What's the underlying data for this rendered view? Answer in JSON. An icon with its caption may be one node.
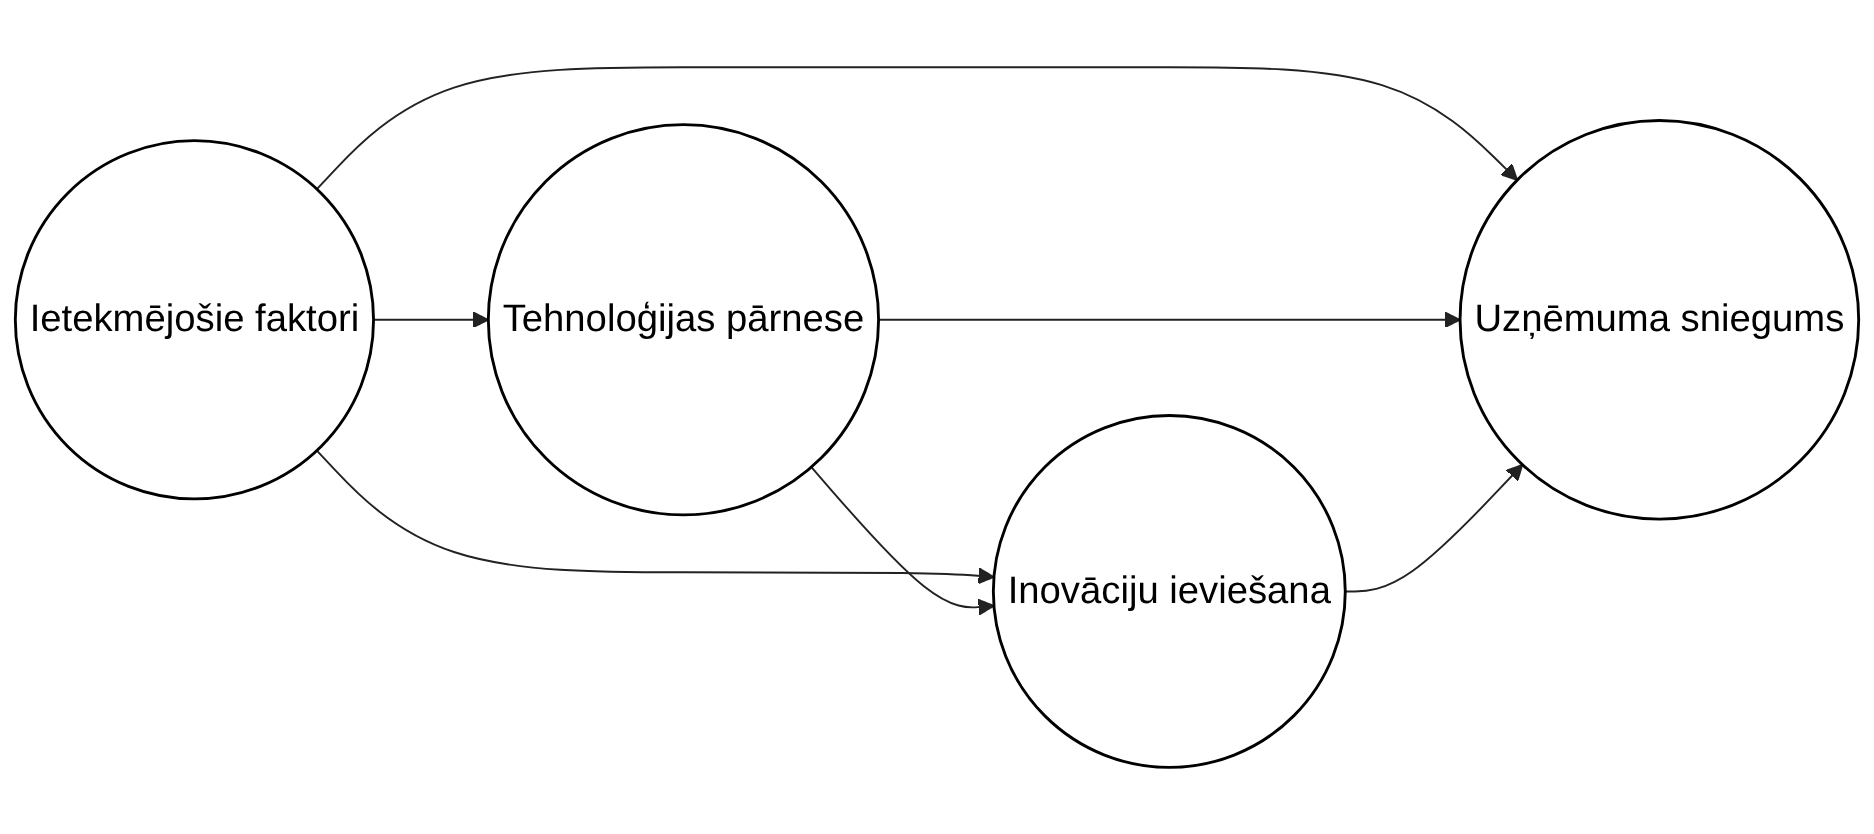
{
  "diagram": {
    "nodes": [
      {
        "text": [
          "Ietekmējošie faktori"
        ]
      },
      {
        "text": [
          "Tehnoloģijas pārnese"
        ]
      },
      {
        "text": [
          "Uzņēmuma sniegums"
        ]
      },
      {
        "text": [
          "Inovāciju ieviešana"
        ]
      }
    ],
    "edges": [
      {
        "from": 0,
        "to": 1,
        "arrow": "to"
      },
      {
        "from": 0,
        "to": 2,
        "arrow": "to"
      },
      {
        "from": 0,
        "to": 3,
        "arrow": "to"
      },
      {
        "from": 1,
        "to": 2,
        "arrow": "to"
      },
      {
        "from": 1,
        "to": 3,
        "arrow": "to"
      },
      {
        "from": 3,
        "to": 2,
        "arrow": "to"
      }
    ]
  }
}
